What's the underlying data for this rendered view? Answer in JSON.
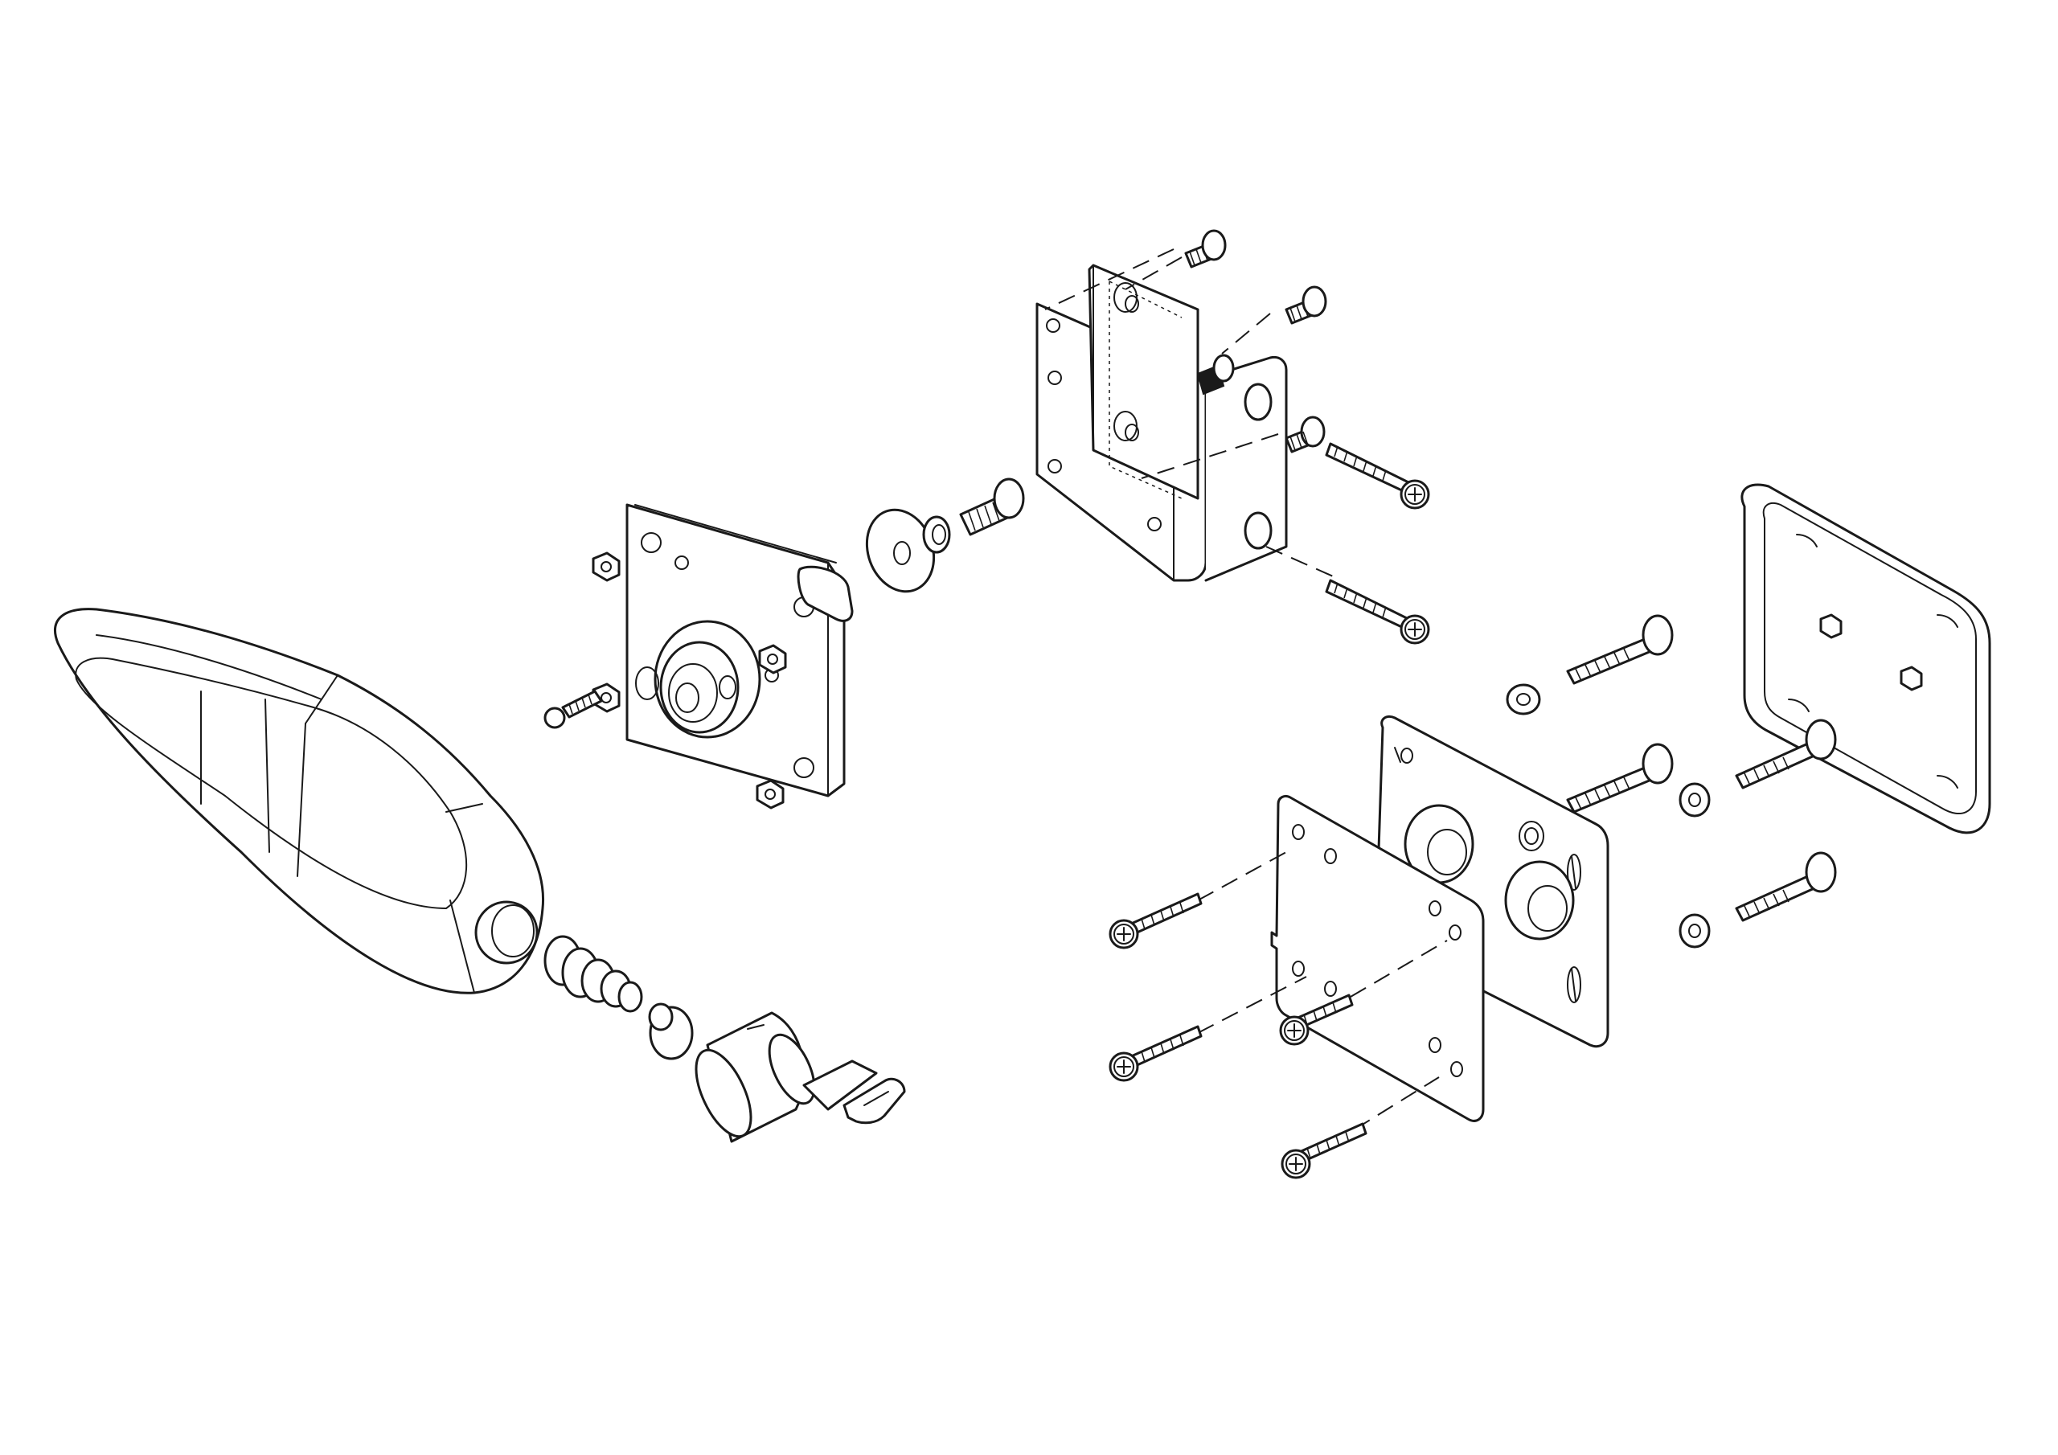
{
  "diagram": {
    "kind": "exploded-assembly-line-drawing",
    "colors": {
      "line": "#1a1a1a",
      "background": "#ffffff"
    },
    "parts": [
      "handle-body",
      "compression-spring",
      "spring-plunger",
      "lock-cylinder",
      "key",
      "lock-housing-plate",
      "hex-nut",
      "set-screw",
      "ball-detent",
      "flat-washer",
      "split-lock-washer",
      "shoulder-bolt",
      "l-bracket",
      "clamp-block",
      "cap-screw",
      "wood-screw",
      "outer-mounting-plate",
      "inner-mounting-plate",
      "machine-bolt",
      "small-washer",
      "frame-cover"
    ]
  }
}
